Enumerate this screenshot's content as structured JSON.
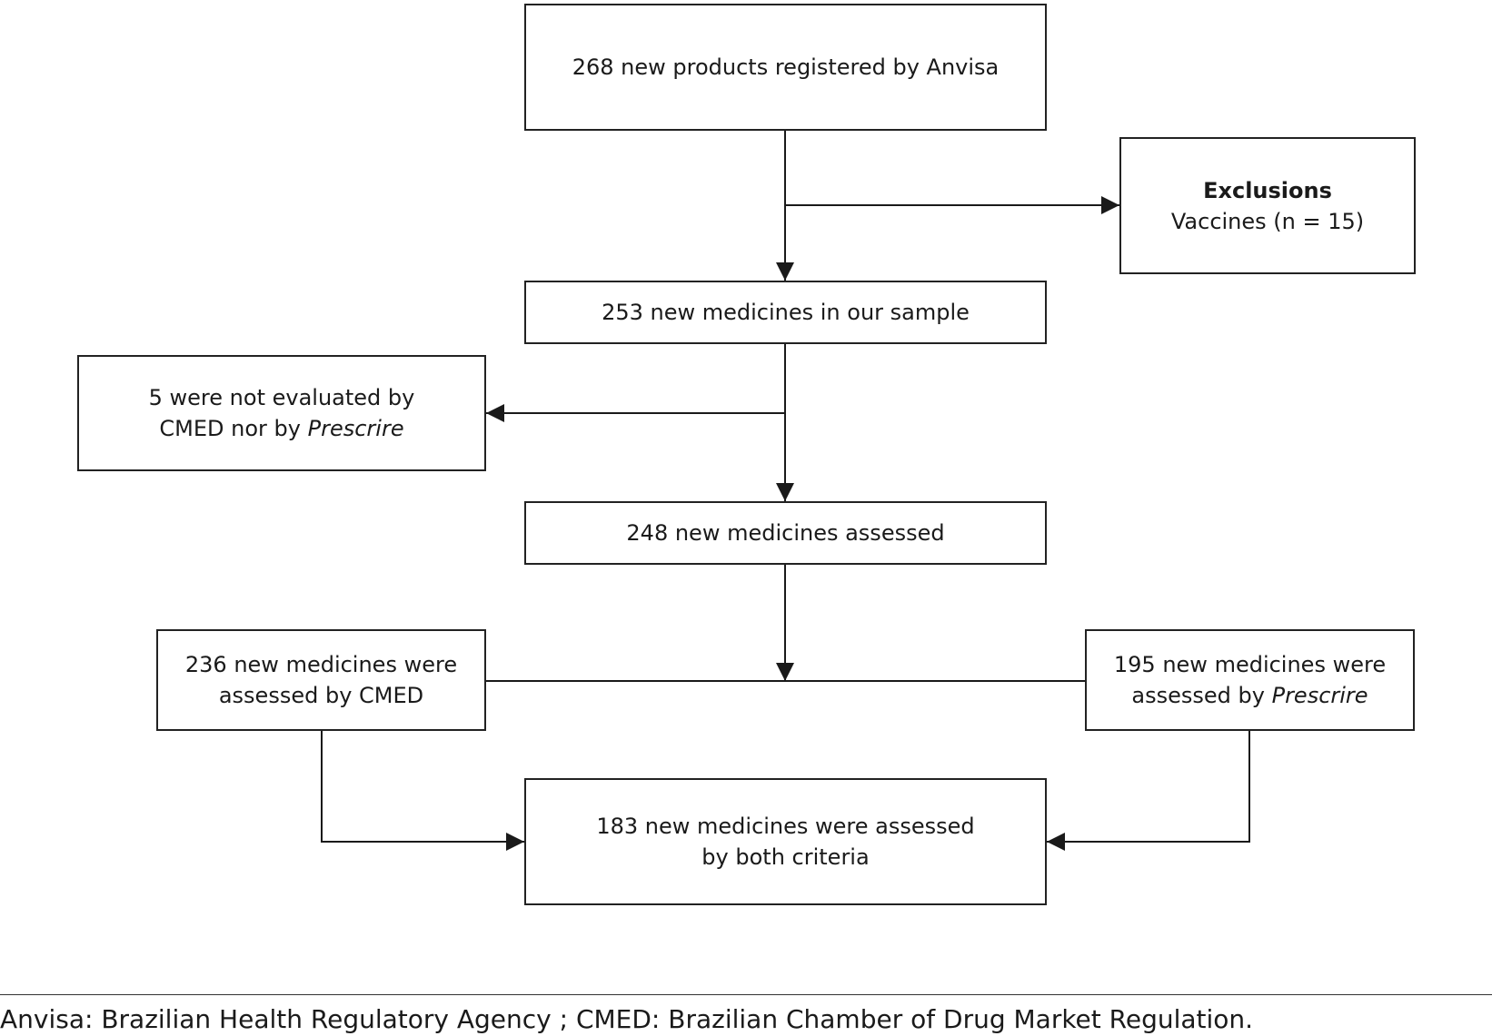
{
  "boxes": {
    "registered": "268 new products registered by Anvisa",
    "exclusions": {
      "title": "Exclusions",
      "detail": "Vaccines (n = 15)"
    },
    "sample": "253 new medicines in our sample",
    "not_evaluated": {
      "line1": "5 were not evaluated by",
      "line2_prefix": "CMED nor by ",
      "line2_italic": "Prescrire"
    },
    "assessed": "248 new medicines assessed",
    "cmed": {
      "line1": "236 new medicines were",
      "line2": "assessed by CMED"
    },
    "prescrire": {
      "line1": "195 new medicines were",
      "line2_prefix": "assessed by ",
      "line2_italic": "Prescrire"
    },
    "both": {
      "line1": "183 new medicines were assessed",
      "line2": "by both criteria"
    }
  },
  "footnote": "Anvisa: Brazilian Health Regulatory Agency ; CMED: Brazilian Chamber of Drug Market Regulation."
}
